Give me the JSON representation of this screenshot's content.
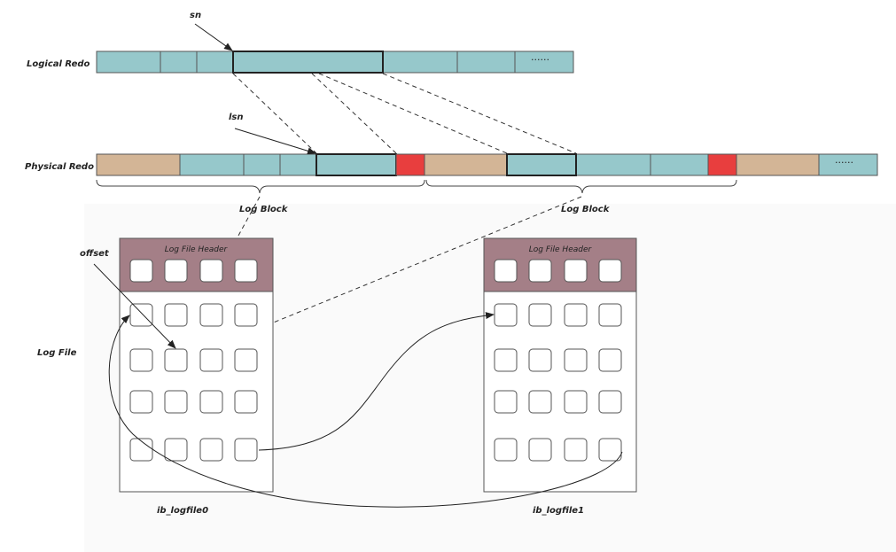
{
  "labels": {
    "logical_redo": "Logical Redo",
    "physical_redo": "Physical Redo",
    "log_file": "Log File",
    "sn": "sn",
    "lsn": "lsn",
    "offset": "offset",
    "log_block_1": "Log Block",
    "log_block_2": "Log Block",
    "ellipsis_logical": "······",
    "ellipsis_physical": "······"
  },
  "log_files": [
    {
      "header": "Log File Header",
      "name": "ib_logfile0"
    },
    {
      "header": "Log File Header",
      "name": "ib_logfile1"
    }
  ],
  "colors": {
    "teal": "#96c8cb",
    "tan": "#d3b596",
    "red": "#e83e3e",
    "header": "#a47f87",
    "stroke": "#333333"
  }
}
